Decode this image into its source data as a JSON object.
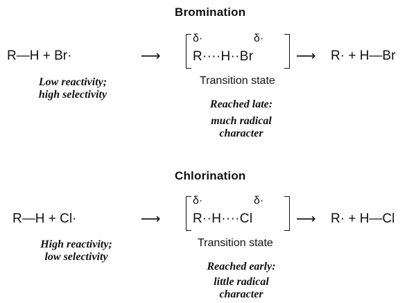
{
  "bromination": {
    "title": "Bromination",
    "reactants": "R—H  +  Br·",
    "reactant_note": [
      "Low reactivity;",
      "high selectivity"
    ],
    "arrow1": "⟶",
    "ts_delta_left": "δ·",
    "ts_delta_right": "δ·",
    "ts_formula": "R····H··Br",
    "ts_label": "Transition state",
    "ts_note": [
      "Reached late:",
      "much radical",
      "character"
    ],
    "arrow2": "⟶",
    "products": "R·  +  H—Br"
  },
  "chlorination": {
    "title": "Chlorination",
    "reactants": "R—H  +  Cl·",
    "reactant_note": [
      "High reactivity;",
      "low selectivity"
    ],
    "arrow1": "⟶",
    "ts_delta_left": "δ·",
    "ts_delta_right": "δ·",
    "ts_formula": "R··H····Cl",
    "ts_label": "Transition state",
    "ts_note": [
      "Reached early:",
      "little radical",
      "character"
    ],
    "arrow2": "⟶",
    "products": "R·  +  H—Cl"
  }
}
